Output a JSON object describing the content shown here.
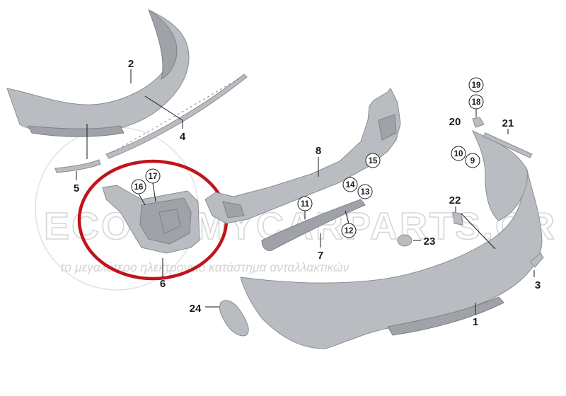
{
  "watermark": {
    "brand": "ECONOMYCARPARTS.GR",
    "slogan": "το μεγαλύτερο ηλεκτρονικό κατάστημα ανταλλακτικών"
  },
  "highlight": {
    "color": "#c0141c",
    "target_part": "6"
  },
  "colors": {
    "part_fill": "#b9bcc0",
    "part_dark": "#9fa3a8",
    "leader": "#1a1a1a"
  },
  "part_numbers": {
    "p1": "1",
    "p2": "2",
    "p3": "3",
    "p4": "4",
    "p5": "5",
    "p6": "6",
    "p7": "7",
    "p8": "8",
    "p20": "20",
    "p21": "21",
    "p22": "22",
    "p23": "23",
    "p24": "24"
  },
  "circled_numbers": {
    "c9": "9",
    "c10": "10",
    "c11": "11",
    "c12": "12",
    "c13": "13",
    "c14": "14",
    "c15": "15",
    "c16": "16",
    "c17": "17",
    "c18": "18",
    "c19": "19"
  }
}
